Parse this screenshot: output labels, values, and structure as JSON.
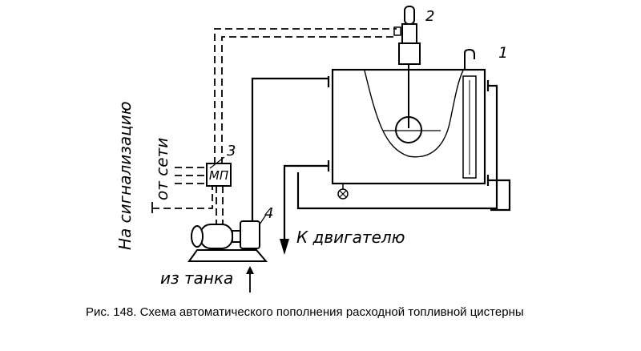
{
  "callouts": {
    "tank": "1",
    "float_sensor": "2",
    "starter": "3",
    "pump": "4"
  },
  "labels": {
    "starter_box": "МП",
    "to_signaling": "На сигнализацию",
    "from_network": "от сети",
    "to_engine": "К двигателю",
    "from_tank": "из танка"
  },
  "caption": "Рис. 148. Схема автоматического пополнения расходной топливной цистерны"
}
